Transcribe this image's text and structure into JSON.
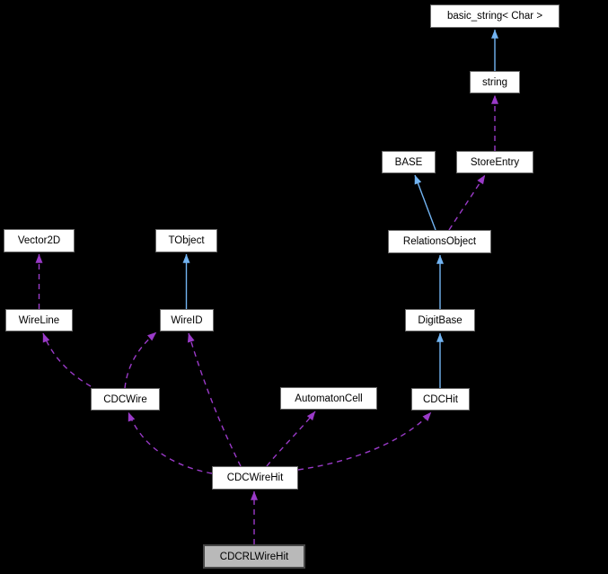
{
  "diagram": {
    "type": "class-collaboration-graph",
    "colors": {
      "background": "#000000",
      "node_fill": "#ffffff",
      "node_border": "#696969",
      "highlight_node_fill": "#b9b9b9",
      "highlight_node_border": "#464646",
      "inheritance_arrow": "#72b4f2",
      "usage_arrow": "#9a3ac8",
      "text": "#000000"
    },
    "nodes": [
      {
        "label": "basic_string< Char >"
      },
      {
        "label": "string"
      },
      {
        "label": "BASE"
      },
      {
        "label": "StoreEntry"
      },
      {
        "label": "RelationsObject"
      },
      {
        "label": "Vector2D"
      },
      {
        "label": "TObject"
      },
      {
        "label": "WireLine"
      },
      {
        "label": "WireID"
      },
      {
        "label": "DigitBase"
      },
      {
        "label": "CDCWire"
      },
      {
        "label": "AutomatonCell"
      },
      {
        "label": "CDCHit"
      },
      {
        "label": "CDCWireHit"
      },
      {
        "label": "CDCRLWireHit",
        "highlighted": true
      }
    ],
    "edges": [
      {
        "from": "string",
        "to": "basic_string< Char >",
        "relation": "inheritance",
        "style": "solid-blue"
      },
      {
        "from": "StoreEntry",
        "to": "string",
        "relation": "usage",
        "style": "dashed-purple"
      },
      {
        "from": "RelationsObject",
        "to": "BASE",
        "relation": "inheritance",
        "style": "solid-blue"
      },
      {
        "from": "RelationsObject",
        "to": "StoreEntry",
        "relation": "usage",
        "style": "dashed-purple"
      },
      {
        "from": "DigitBase",
        "to": "RelationsObject",
        "relation": "inheritance",
        "style": "solid-blue"
      },
      {
        "from": "CDCHit",
        "to": "DigitBase",
        "relation": "inheritance",
        "style": "solid-blue"
      },
      {
        "from": "WireID",
        "to": "TObject",
        "relation": "inheritance",
        "style": "solid-blue"
      },
      {
        "from": "WireLine",
        "to": "Vector2D",
        "relation": "usage",
        "style": "dashed-purple"
      },
      {
        "from": "CDCWire",
        "to": "WireLine",
        "relation": "usage",
        "style": "dashed-purple"
      },
      {
        "from": "CDCWire",
        "to": "WireID",
        "relation": "usage",
        "style": "dashed-purple"
      },
      {
        "from": "CDCWireHit",
        "to": "CDCWire",
        "relation": "usage",
        "style": "dashed-purple"
      },
      {
        "from": "CDCWireHit",
        "to": "WireID",
        "relation": "usage",
        "style": "dashed-purple"
      },
      {
        "from": "CDCWireHit",
        "to": "AutomatonCell",
        "relation": "usage",
        "style": "dashed-purple"
      },
      {
        "from": "CDCWireHit",
        "to": "CDCHit",
        "relation": "usage",
        "style": "dashed-purple"
      },
      {
        "from": "CDCRLWireHit",
        "to": "CDCWireHit",
        "relation": "usage",
        "style": "dashed-purple"
      }
    ]
  }
}
